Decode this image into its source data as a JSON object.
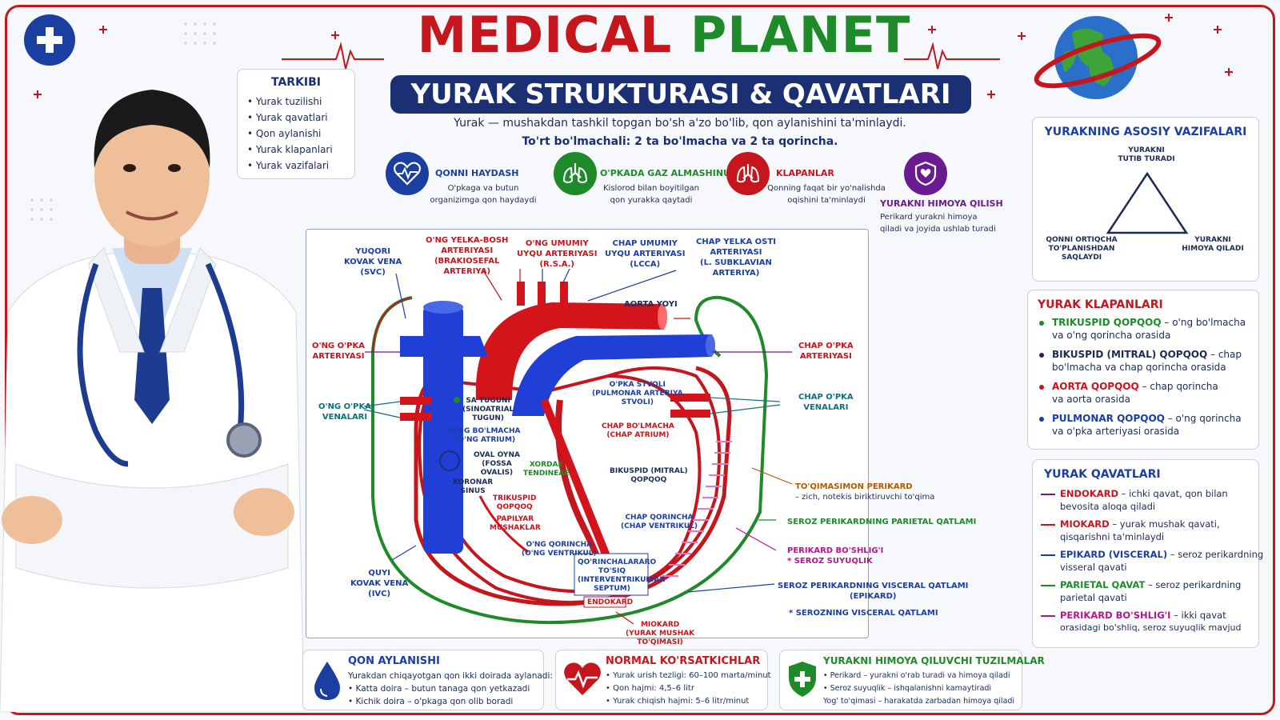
{
  "header": {
    "brand_word1": "MEDICAL",
    "brand_word2": "PLANET",
    "subtitle": "YURAK STRUKTURASI & QAVATLARI",
    "lead_line1": "Yurak — mushakdan tashkil topgan bo'sh a'zo bo'lib, qon aylanishini ta'minlaydi.",
    "lead_line2": "To'rt bo'lmachali: 2 ta bo'lmacha va 2 ta qorincha."
  },
  "toc": {
    "title": "TARKIBI",
    "items": [
      "Yurak tuzilishi",
      "Yurak qavatlari",
      "Qon aylanishi",
      "Yurak klapanlari",
      "Yurak vazifalari"
    ]
  },
  "functions": [
    {
      "title": "QONNI HAYDASH",
      "desc1": "O'pkaga va butun",
      "desc2": "organizimga qon haydaydi",
      "icon": "heartbeat-icon",
      "color": "#1b3fa0"
    },
    {
      "title": "O'PKADA GAZ ALMASHINUVI",
      "desc1": "Kislorod bilan boyitilgan",
      "desc2": "qon yurakka qaytadi",
      "icon": "lungs-icon",
      "color": "#1f8a2a"
    },
    {
      "title": "KLAPANLAR",
      "desc1": "Qonning faqat bir yo'nalishda",
      "desc2": "oqishini ta'minlaydi",
      "icon": "valve-icon",
      "color": "#c4161c"
    },
    {
      "title": "YURAKNI HIMOYA QILISH",
      "desc1": "Perikard yurakni himoya",
      "desc2": "qiladi va joyida ushlab turadi",
      "icon": "shield-heart-icon",
      "color": "#6a1b8f"
    }
  ],
  "diagram": {
    "svc": [
      "YUQORI",
      "KOVAK VENA",
      "(SVC)"
    ],
    "brachio": [
      "O'NG YELKA-BOSH",
      "ARTERIYASI",
      "(BRAKIOSEFAL",
      "ARTERIYA)"
    ],
    "rsa": [
      "O'NG UMUMIY",
      "UYQU ARTERIYASI",
      "(R.S.A.)"
    ],
    "lcca": [
      "CHAP UMUMIY",
      "UYQU ARTERIYASI",
      "(LCCA)"
    ],
    "lsub": [
      "CHAP YELKA OSTI",
      "ARTERIYASI",
      "(L. SUBKLAVIAN",
      "ARTERIYA)"
    ],
    "aortic_arch": "AORTA YOYI",
    "r_pulm_art": [
      "O'NG O'PKA",
      "ARTERIYASI"
    ],
    "l_pulm_art": [
      "CHAP O'PKA",
      "ARTERIYASI"
    ],
    "r_pulm_vein": [
      "O'NG O'PKA",
      "VENALARI"
    ],
    "l_pulm_vein": [
      "CHAP O'PKA",
      "VENALARI"
    ],
    "sa_node": [
      "SA TUGUNI",
      "(SINOATRIAL",
      "TUGUN)"
    ],
    "r_atrium": [
      "O'NG BO'LMACHA",
      "(O'NG ATRIUM)"
    ],
    "pulm_trunk": [
      "O'PKA STVOLI",
      "(PULMONAR ARTERIYA",
      "STVOLI)"
    ],
    "l_atrium": [
      "CHAP BO'LMACHA",
      "(CHAP ATRIUM)"
    ],
    "fossa": [
      "OVAL OYNA",
      "(FOSSA",
      "OVALIS)"
    ],
    "chordae": [
      "XORDAE",
      "TENDINEAE"
    ],
    "coronary": [
      "KORONAR",
      "SINUS"
    ],
    "tricuspid": [
      "TRIKUSPID",
      "QOPQOQ"
    ],
    "papillary": [
      "PAPILYAR",
      "MUSHAKLAR"
    ],
    "mitral": [
      "BIKUSPID (MITRAL)",
      "QOPQOQ"
    ],
    "l_ventricle": [
      "CHAP QORINCHA",
      "(CHAP VENTRIKUL)"
    ],
    "r_ventricle": [
      "O'NG QORINCHA",
      "(O'NG VENTRIKUL)"
    ],
    "septum": [
      "QO'RINCHALARARO",
      "TO'SIQ",
      "(INTERVENTRIKULYAR",
      "SEPTUM)"
    ],
    "endocard": "ENDOKARD",
    "ivc": [
      "QUYI",
      "KOVAK VENA",
      "(IVC)"
    ],
    "myocard": [
      "MIOKARD",
      "(YURAK MUSHAK",
      "TO'QIMASI)"
    ],
    "fibrous": [
      "TO'QIMASIMON PERIKARD",
      "– zich, notekis biriktiruvchi to'qima"
    ],
    "parietal": "SEROZ PERIKARDNING PARIETAL QATLAMI",
    "cavity": [
      "PERIKARD BO'SHLIG'I",
      "* SEROZ SUYUQLIK"
    ],
    "visceral": [
      "SEROZ PERIKARDNING VISCERAL QATLAMI",
      "(EPIKARD)"
    ],
    "visceral2": "* SEROZNING VISCERAL QATLAMI"
  },
  "vazifa": {
    "title": "YURAKNING ASOSIY VAZIFALARI",
    "top": [
      "YURAKNI",
      "TUTIB TURADI"
    ],
    "left": [
      "QONNI ORTIQCHA",
      "TO'PLANISHDAN",
      "SAQLAYDI"
    ],
    "right": [
      "YURAKNI",
      "HIMOYA QILADI"
    ]
  },
  "valves": {
    "title": "YURAK KLAPANLARI",
    "items": [
      {
        "name": "TRIKUSPID QOPQOQ",
        "rest": " – o'ng bo'lmacha",
        "line2": "va o'ng qorincha orasida",
        "color": "#1f8a2a"
      },
      {
        "name": "BIKUSPID (MITRAL) QOPQOQ",
        "rest": " – chap",
        "line2": "bo'lmacha va chap qorincha orasida",
        "color": "#1c2b55"
      },
      {
        "name": "AORTA QOPQOQ",
        "rest": " – chap qorincha",
        "line2": "va aorta orasida",
        "color": "#c4161c"
      },
      {
        "name": "PULMONAR QOPQOQ",
        "rest": " – o'ng qorincha",
        "line2": "va o'pka arteriyasi orasida",
        "color": "#1b3fa0"
      }
    ]
  },
  "layers": {
    "title": "YURAK QAVATLARI",
    "items": [
      {
        "name": "ENDOKARD",
        "rest": " – ichki qavat, qon bilan",
        "line2": "bevosita aloqa qiladi",
        "color": "#6a1b8f"
      },
      {
        "name": "MIOKARD",
        "rest": " – yurak mushak qavati,",
        "line2": "qisqarishni ta'minlaydi",
        "color": "#c4161c"
      },
      {
        "name": "EPIKARD (VISCERAL)",
        "rest": " – seroz perikardning",
        "line2": "visseral qavati",
        "color": "#1b3fa0"
      },
      {
        "name": "PARIETAL QAVAT",
        "rest": " – seroz perikardning",
        "line2": "parietal qavati",
        "color": "#1f8a2a"
      },
      {
        "name": "PERIKARD BO'SHLIG'I",
        "rest": " – ikki qavat",
        "line2": "orasidagi bo'shliq, seroz suyuqlik mavjud",
        "color": "#b0188f"
      }
    ]
  },
  "bottom": [
    {
      "title": "QON AYLANISHI",
      "color": "#1b3fa0",
      "icon": "blood-drop-icon",
      "lines": [
        "Yurakdan chiqayotgan qon ikki doirada aylanadi:",
        "• Katta doira – butun tanaga qon yetkazadi",
        "• Kichik doira – o'pkaga qon olib boradi"
      ]
    },
    {
      "title": "NORMAL KO'RSATKICHLAR",
      "color": "#c4161c",
      "icon": "heart-pulse-icon",
      "lines": [
        "• Yurak urish tezligi: 60–100 marta/minut",
        "• Qon hajmi: 4,5–6 litr",
        "• Yurak chiqish hajmi: 5–6 litr/minut"
      ]
    },
    {
      "title": "YURAKNI HIMOYA QILUVCHI TUZILMALAR",
      "color": "#1f8a2a",
      "icon": "shield-plus-icon",
      "lines": [
        "• Perikard – yurakni o'rab turadi va himoya qiladi",
        "• Seroz suyuqlik – ishqalanishni kamaytiradi",
        "Yog' to'qimasi – harakatda zarbadan himoya qiladi"
      ]
    }
  ],
  "colors": {
    "brand_red": "#c4161c",
    "brand_green": "#1f8a2a",
    "navy": "#1b2f73",
    "vein_blue": "#1f3fd6",
    "artery_red": "#d3141b"
  }
}
